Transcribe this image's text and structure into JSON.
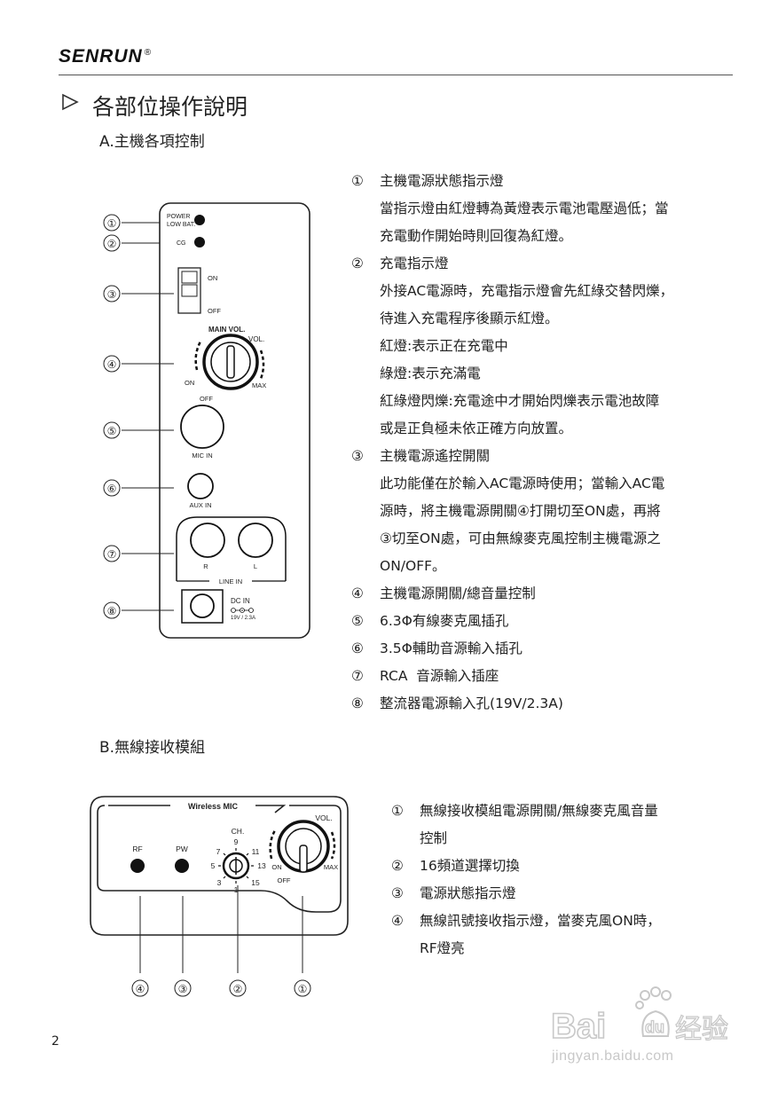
{
  "header": {
    "brand": "SENRUN",
    "registered_mark": "®"
  },
  "section": {
    "arrow_icon": "triangle-arrow-right-icon",
    "title": "各部位操作說明"
  },
  "part_a": {
    "subtitle": "A.主機各項控制",
    "panel_labels": {
      "power_low_bat_1": "POWER",
      "power_low_bat_2": "LOW BAT.",
      "cg": "CG",
      "switch_on": "ON",
      "switch_off": "OFF",
      "main_vol": "MAIN VOL.",
      "vol": "VOL.",
      "knob_on": "ON",
      "knob_max": "MAX",
      "knob_off": "OFF",
      "mic_in": "MIC IN",
      "aux_in": "AUX IN",
      "rca_r": "R",
      "rca_l": "L",
      "line_in": "LINE IN",
      "dc_in": "DC IN",
      "dc_spec": "19V / 2.3A"
    },
    "callouts": [
      "①",
      "②",
      "③",
      "④",
      "⑤",
      "⑥",
      "⑦",
      "⑧"
    ],
    "items": [
      {
        "num": "①",
        "heading": "主機電源狀態指示燈",
        "lines": [
          "當指示燈由紅燈轉為黃燈表示電池電壓過低；當",
          "充電動作開始時則回復為紅燈。"
        ]
      },
      {
        "num": "②",
        "heading": "充電指示燈",
        "lines": [
          "外接AC電源時，充電指示燈會先紅綠交替閃爍，",
          "待進入充電程序後顯示紅燈。",
          "紅燈:表示正在充電中",
          "綠燈:表示充滿電",
          "紅綠燈閃爍:充電途中才開始閃爍表示電池故障",
          "或是正負極未依正確方向放置。"
        ]
      },
      {
        "num": "③",
        "heading": "主機電源遙控開關",
        "lines": [
          "此功能僅在於輸入AC電源時使用；當輸入AC電",
          "源時，將主機電源開關④打開切至ON處，再將",
          "③切至ON處，可由無線麥克風控制主機電源之",
          "ON/OFF。"
        ]
      },
      {
        "num": "④",
        "heading": "主機電源開關/總音量控制",
        "lines": []
      },
      {
        "num": "⑤",
        "heading": "6.3Φ有線麥克風插孔",
        "lines": []
      },
      {
        "num": "⑥",
        "heading": "3.5Φ輔助音源輸入插孔",
        "lines": []
      },
      {
        "num": "⑦",
        "heading": "RCA  音源輸入插座",
        "lines": []
      },
      {
        "num": "⑧",
        "heading": "整流器電源輸入孔(19V/2.3A)",
        "lines": []
      }
    ]
  },
  "part_b": {
    "subtitle": "B.無線接收模組",
    "panel_labels": {
      "wireless_mic": "Wireless MIC",
      "rf": "RF",
      "pw": "PW",
      "ch": "CH.",
      "ch_9": "9",
      "ch_7": "7",
      "ch_11": "11",
      "ch_5": "5",
      "ch_13": "13",
      "ch_3": "3",
      "ch_15": "15",
      "ch_1": "1",
      "vol": "VOL.",
      "on": "ON",
      "off": "OFF",
      "max": "MAX"
    },
    "callouts": [
      "④",
      "③",
      "②",
      "①"
    ],
    "items": [
      {
        "num": "①",
        "lines": [
          "無線接收模組電源開關/無線麥克風音量",
          "控制"
        ]
      },
      {
        "num": "②",
        "lines": [
          "16頻道選擇切換"
        ]
      },
      {
        "num": "③",
        "lines": [
          "電源狀態指示燈"
        ]
      },
      {
        "num": "④",
        "lines": [
          "無線訊號接收指示燈，當麥克風ON時，",
          "RF燈亮"
        ]
      }
    ]
  },
  "footer": {
    "page_number": "2",
    "watermark_logo": "Bai du 经验",
    "watermark_url": "jingyan.baidu.com"
  }
}
